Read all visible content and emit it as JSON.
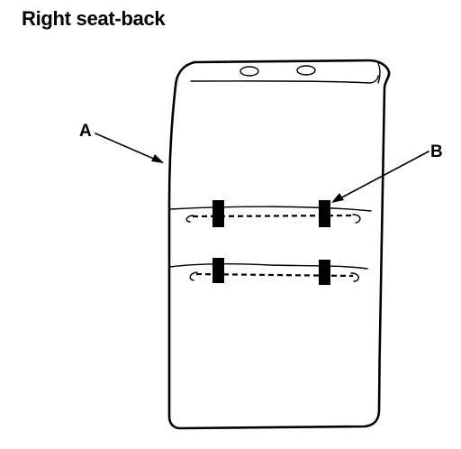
{
  "title": "Right seat-back",
  "callouts": {
    "a": "A",
    "b": "B"
  },
  "colors": {
    "line": "#000000",
    "background": "#ffffff"
  }
}
